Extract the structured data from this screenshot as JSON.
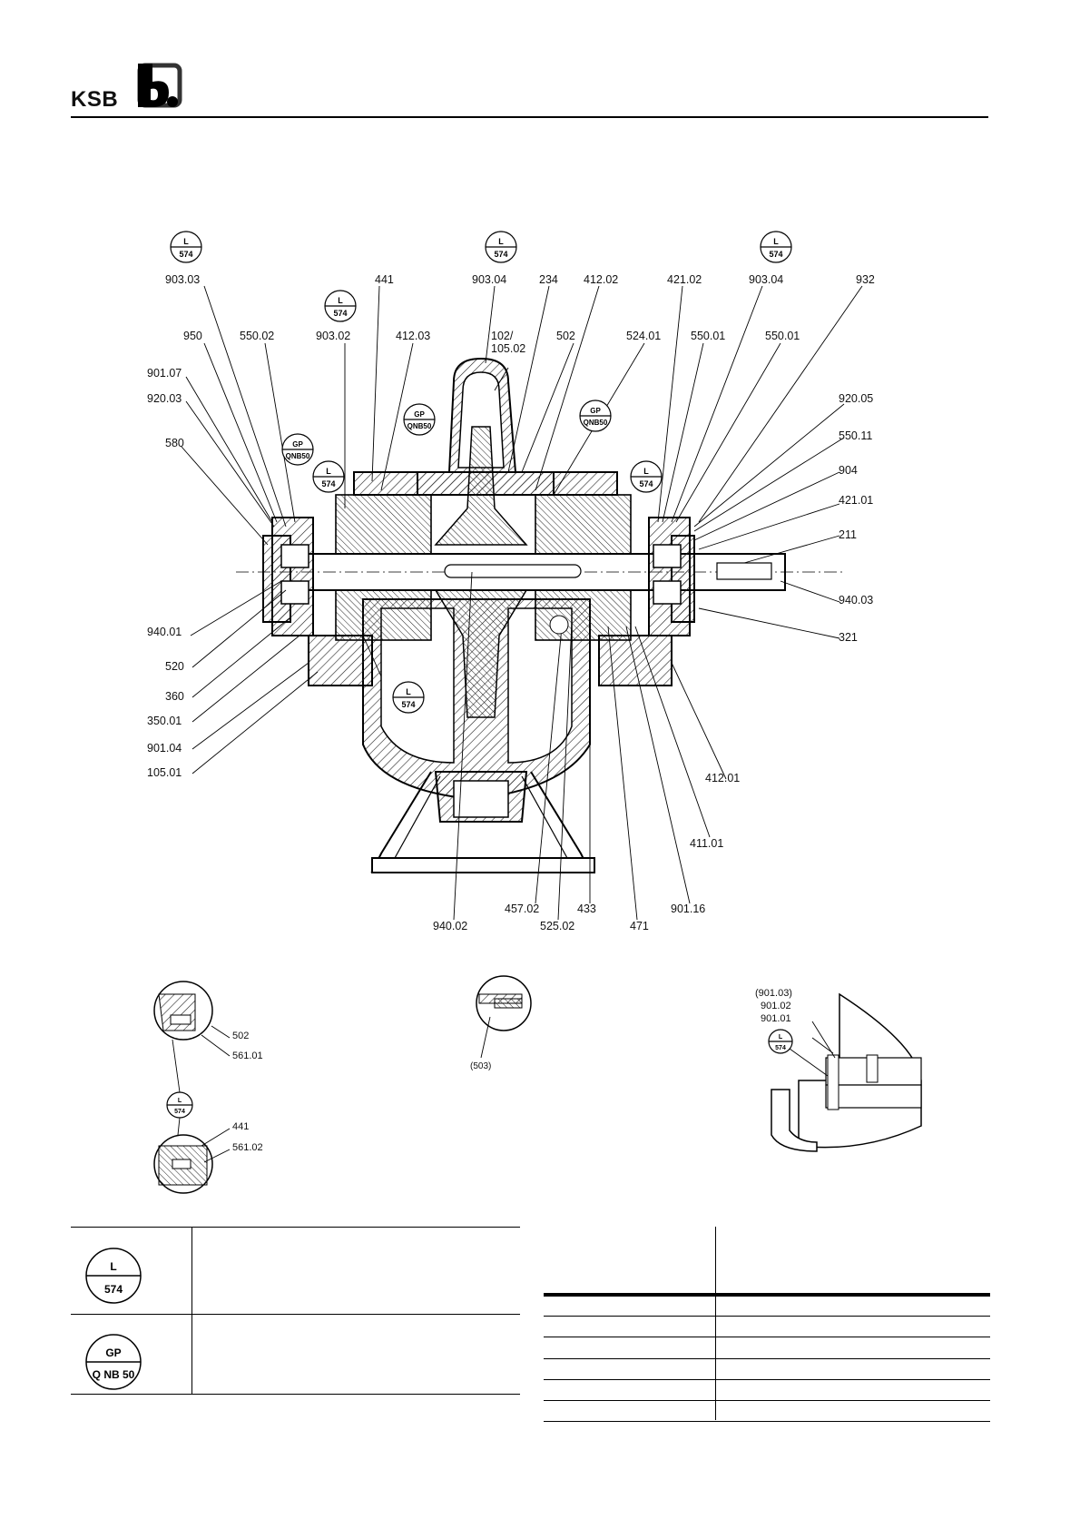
{
  "header": {
    "brand": "KSB"
  },
  "symbols": {
    "loctite": {
      "top": "L",
      "bottom": "574"
    },
    "sealant": {
      "top": "GP",
      "bottom": "QNB50"
    },
    "sealant_legend": {
      "top": "GP",
      "bottom": "Q NB 50"
    }
  },
  "labels": {
    "l903_03": "903.03",
    "l441": "441",
    "l903_04a": "903.04",
    "l234": "234",
    "l412_02": "412.02",
    "l421_02": "421.02",
    "l903_04b": "903.04",
    "l932": "932",
    "l950": "950",
    "l550_02": "550.02",
    "l903_02": "903.02",
    "l412_03": "412.03",
    "l102": "102/",
    "l105_02": "105.02",
    "l502": "502",
    "l524_01": "524.01",
    "l550_01a": "550.01",
    "l550_01b": "550.01",
    "l901_07": "901.07",
    "l920_03": "920.03",
    "l920_05": "920.05",
    "l550_11": "550.11",
    "l580": "580",
    "l904": "904",
    "l421_01": "421.01",
    "l211": "211",
    "l940_03": "940.03",
    "l940_01": "940.01",
    "l321": "321",
    "l520": "520",
    "l360": "360",
    "l350_01": "350.01",
    "l901_04": "901.04",
    "l105_01": "105.01",
    "l412_01": "412.01",
    "l411_01": "411.01",
    "l457_02": "457.02",
    "l433": "433",
    "l901_16": "901.16",
    "l940_02": "940.02",
    "l525_02": "525.02",
    "l471": "471",
    "d_502": "502",
    "d_561_01": "561.01",
    "d_441": "441",
    "d_561_02": "561.02",
    "d_503": "(503)",
    "d_901_03": "(901.03)",
    "d_901_02": "901.02",
    "d_901_01": "901.01"
  }
}
